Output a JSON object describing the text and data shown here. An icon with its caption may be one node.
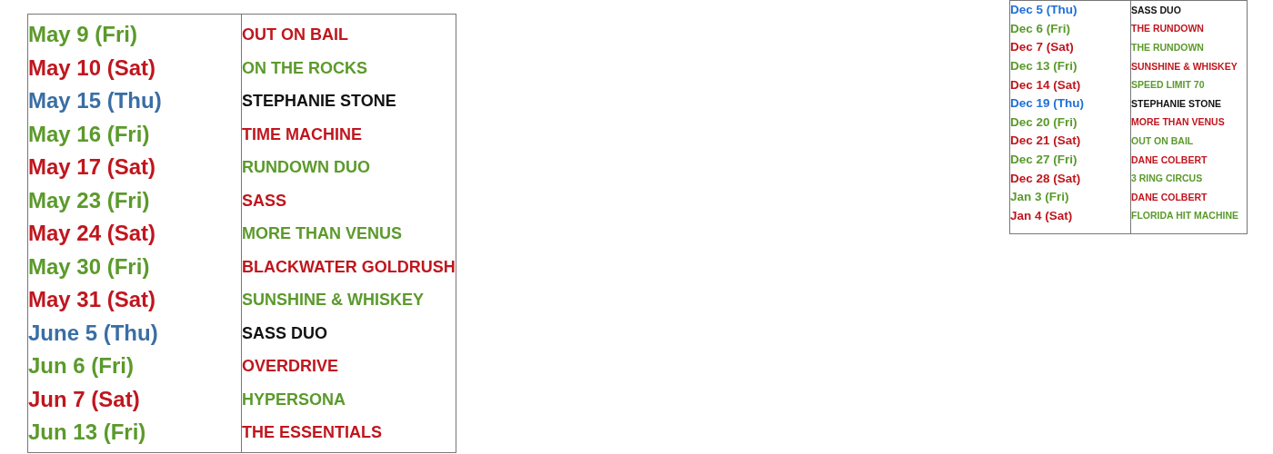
{
  "diagram": {
    "labels": [
      "May 9 (Fri)",
      "OUT ON BAIL",
      "May 10 (Sat)",
      "ON THE ROCKS",
      "May 15 (Thu)",
      "STEPHANIE STONE",
      "May 16 (Fri)",
      "TIME MACHINE",
      "May 17 (Sat)",
      "RUNDOWN DUO",
      "May 23 (Fri)",
      "SASS",
      "May 24 (Sat)",
      "MORE THAN VENUS",
      "May 30 (Fri)",
      "BLACKWATER GOLDRUSH",
      "May 31 (Sat)",
      "SUNSHINE & WHISKEY",
      "June 5 (Thu)",
      "SASS DUO",
      "Jun 6 (Fri)",
      "OVERDRIVE",
      "Jun 7 (Sat)",
      "HYPERSONA",
      "Jun 13 (Fri)",
      "THE ESSENTIALS",
      "Dec 5 (Thu)",
      "SASS DUO",
      "Dec 6 (Fri)",
      "THE RUNDOWN",
      "Dec 7 (Sat)",
      "THE RUNDOWN",
      "Dec 13 (Fri)",
      "SUNSHINE & WHISKEY",
      "Dec 14 (Sat)",
      "SPEED LIMIT 70",
      "Dec 19 (Thu)",
      "STEPHANIE STONE",
      "Dec 20 (Fri)",
      "MORE THAN VENUS",
      "Dec 21 (Sat)",
      "OUT ON BAIL",
      "Dec 27 (Fri)",
      "DANE COLBERT",
      "Dec 28 (Sat)",
      "3 RING CIRCUS",
      "Jan 3 (Fri)",
      "DANE COLBERT",
      "Jan 4 (Sat)",
      "FLORIDA HIT MACHINE"
    ]
  }
}
